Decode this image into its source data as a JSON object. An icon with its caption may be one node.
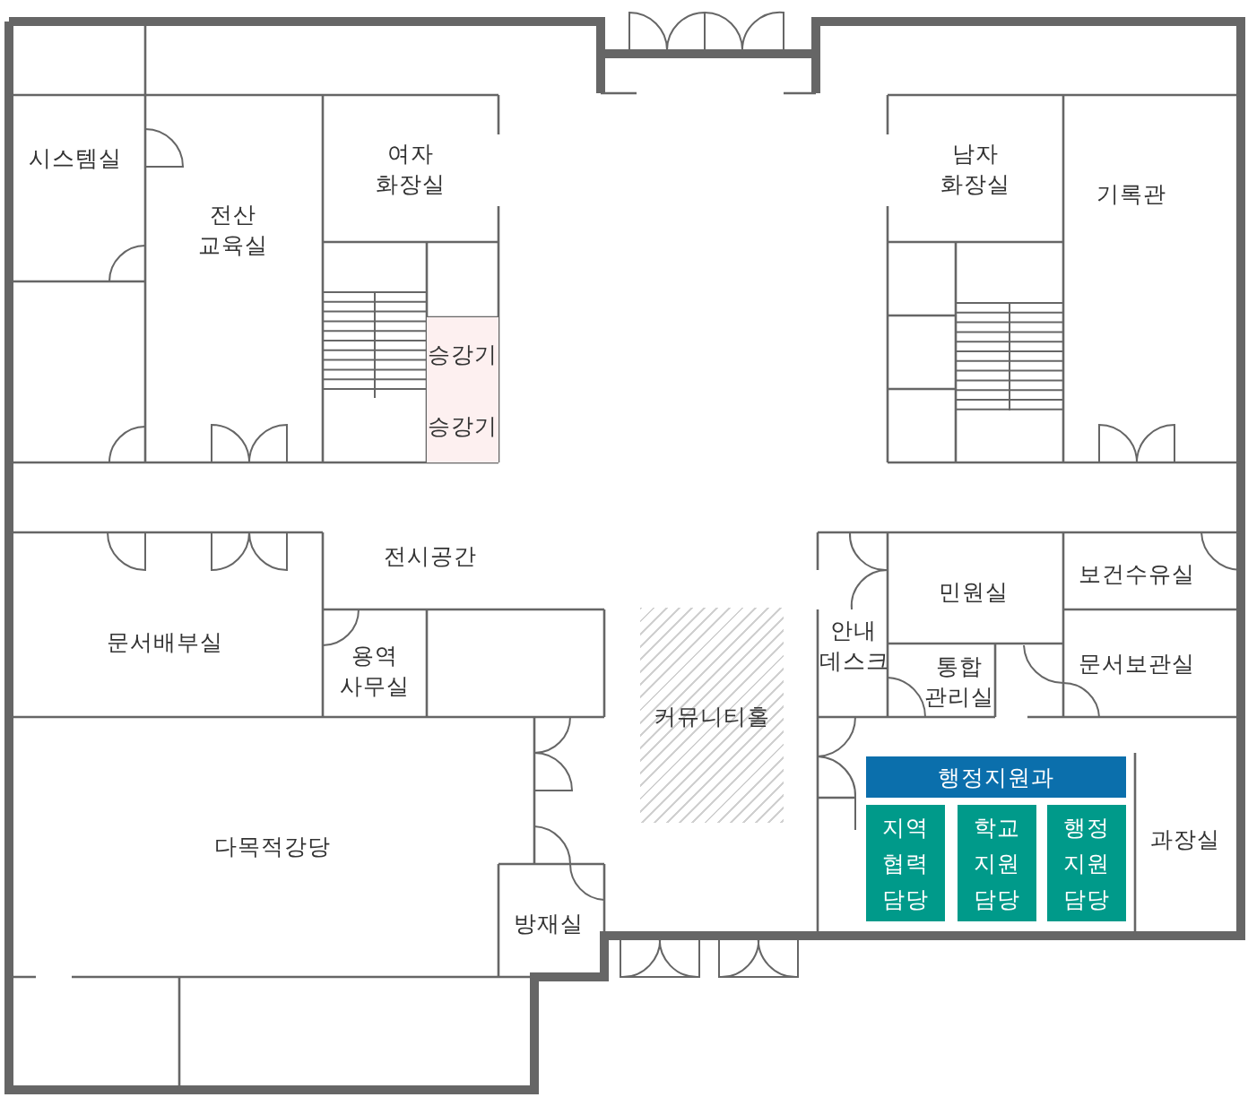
{
  "diagram": {
    "nodes": [
      {
        "text": [
          "시스템실"
        ]
      },
      {
        "text": [
          "전산 교육실"
        ]
      },
      {
        "text": [
          "여자 화장실"
        ]
      },
      {
        "text": [
          "남자 화장실"
        ]
      },
      {
        "text": [
          "기록관"
        ]
      },
      {
        "text": [
          "승강기"
        ]
      },
      {
        "text": [
          "승강기"
        ]
      },
      {
        "text": [
          "전시공간"
        ]
      },
      {
        "text": [
          "보건수유실"
        ]
      },
      {
        "text": [
          "민원실"
        ]
      },
      {
        "text": [
          "문서배부실"
        ]
      },
      {
        "text": [
          "용역 사무실"
        ]
      },
      {
        "text": [
          "안내 데스크"
        ]
      },
      {
        "text": [
          "통합 관리실"
        ]
      },
      {
        "text": [
          "문서보관실"
        ]
      },
      {
        "text": [
          "커뮤니티홀"
        ]
      },
      {
        "text": [
          "행정지원과"
        ]
      },
      {
        "text": [
          "지역 협력 담당"
        ]
      },
      {
        "text": [
          "학교 지원 담당"
        ]
      },
      {
        "text": [
          "행정 지원 담당"
        ]
      },
      {
        "text": [
          "과장실"
        ]
      },
      {
        "text": [
          "다목적강당"
        ]
      },
      {
        "text": [
          "방재실"
        ]
      }
    ]
  }
}
